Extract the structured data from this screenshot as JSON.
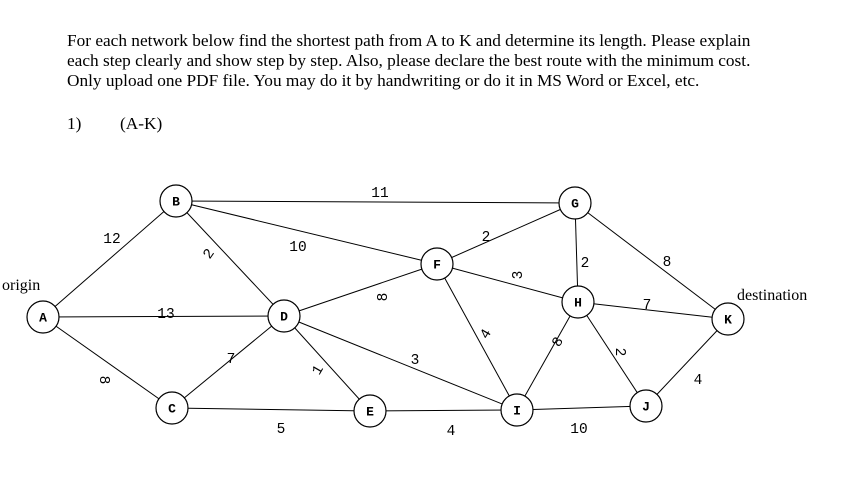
{
  "instructions": {
    "line1": "For each network below find the shortest path from A to K and determine its length. Please explain",
    "line2": "each step clearly and show step by step. Also, please declare the best route with the minimum cost.",
    "line3": "Only upload one PDF file. You may do it by handwriting or do it in MS Word or Excel, etc."
  },
  "problem": {
    "number": "1)",
    "range": "(A-K)"
  },
  "network": {
    "origin_label": "origin",
    "destination_label": "destination",
    "nodes": [
      {
        "id": "A",
        "label": "A"
      },
      {
        "id": "B",
        "label": "B"
      },
      {
        "id": "C",
        "label": "C"
      },
      {
        "id": "D",
        "label": "D"
      },
      {
        "id": "E",
        "label": "E"
      },
      {
        "id": "F",
        "label": "F"
      },
      {
        "id": "G",
        "label": "G"
      },
      {
        "id": "H",
        "label": "H"
      },
      {
        "id": "I",
        "label": "I"
      },
      {
        "id": "J",
        "label": "J"
      },
      {
        "id": "K",
        "label": "K"
      }
    ],
    "edges": [
      {
        "from": "A",
        "to": "B",
        "weight": "12"
      },
      {
        "from": "A",
        "to": "D",
        "weight": "13"
      },
      {
        "from": "A",
        "to": "C",
        "weight": "8"
      },
      {
        "from": "B",
        "to": "G",
        "weight": "11"
      },
      {
        "from": "B",
        "to": "F",
        "weight": "10"
      },
      {
        "from": "B",
        "to": "D",
        "weight": "2"
      },
      {
        "from": "C",
        "to": "D",
        "weight": "7"
      },
      {
        "from": "C",
        "to": "E",
        "weight": "5"
      },
      {
        "from": "D",
        "to": "F",
        "weight": "8"
      },
      {
        "from": "D",
        "to": "E",
        "weight": "1"
      },
      {
        "from": "D",
        "to": "I",
        "weight": "3"
      },
      {
        "from": "E",
        "to": "I",
        "weight": "4"
      },
      {
        "from": "F",
        "to": "G",
        "weight": "2"
      },
      {
        "from": "F",
        "to": "H",
        "weight": "3"
      },
      {
        "from": "F",
        "to": "I",
        "weight": "4"
      },
      {
        "from": "G",
        "to": "H",
        "weight": "2"
      },
      {
        "from": "G",
        "to": "K",
        "weight": "8"
      },
      {
        "from": "H",
        "to": "K",
        "weight": "7"
      },
      {
        "from": "H",
        "to": "I",
        "weight": "8"
      },
      {
        "from": "H",
        "to": "J",
        "weight": "2"
      },
      {
        "from": "I",
        "to": "J",
        "weight": "10"
      },
      {
        "from": "J",
        "to": "K",
        "weight": "4"
      }
    ]
  }
}
